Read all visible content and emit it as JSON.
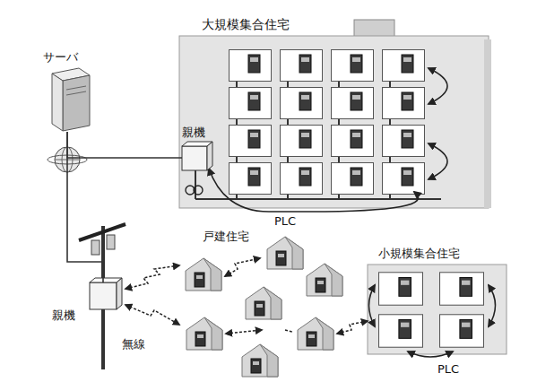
{
  "diagram": {
    "nodes": [
      {
        "text": [
          "サーバ"
        ]
      },
      {
        "text": [
          "大規模集合住宅"
        ]
      },
      {
        "text": [
          "親機"
        ],
        "in": 1
      },
      {
        "text": [
          "小規模集合住宅"
        ]
      },
      {
        "text": [
          "親機"
        ]
      }
    ],
    "edges": [
      {
        "from": 0,
        "to": 2,
        "arrow": "none"
      },
      {
        "from": 0,
        "to": 4,
        "arrow": "none"
      }
    ],
    "labels": [
      "PLC",
      "戸建住宅",
      "無線",
      "PLC"
    ]
  }
}
